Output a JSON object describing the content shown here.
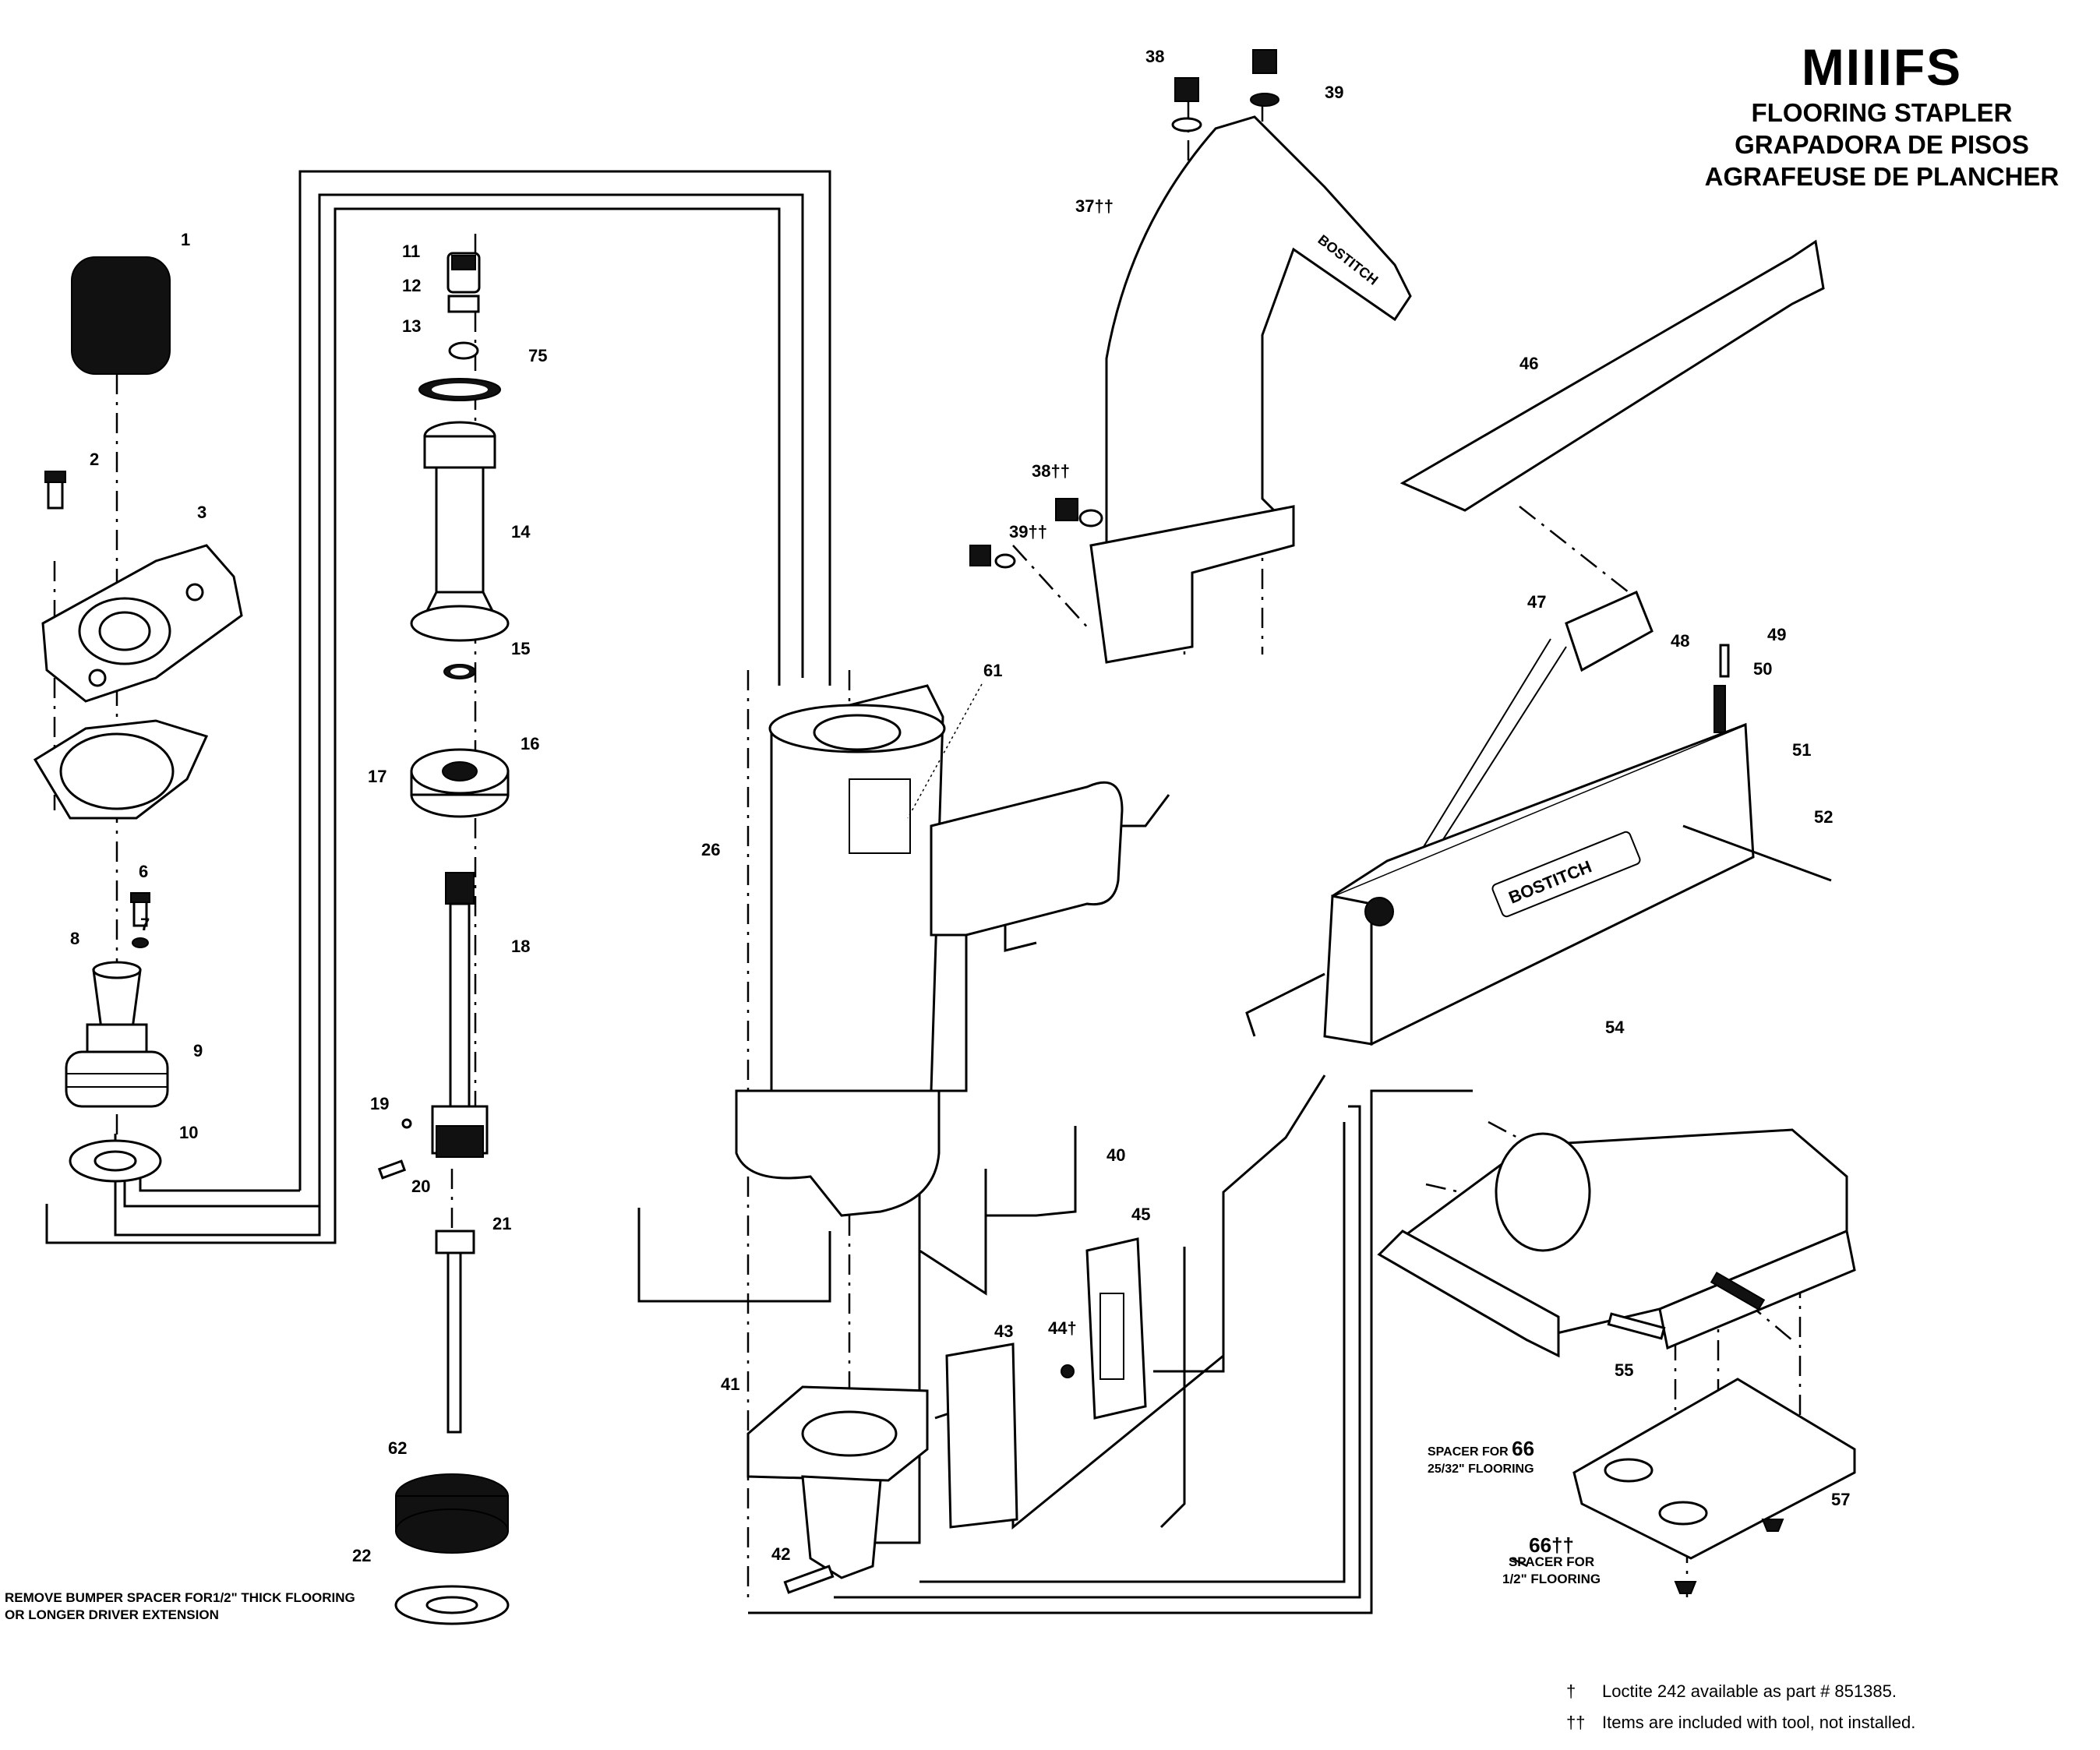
{
  "title": {
    "model": "MIIIFS",
    "line_en": "FLOORING STAPLER",
    "line_es": "GRAPADORA DE PISOS",
    "line_fr": "AGRAFEUSE DE PLANCHER"
  },
  "part_labels": [
    "1",
    "2",
    "3",
    "6",
    "7",
    "8",
    "9",
    "10",
    "11",
    "12",
    "13",
    "75",
    "14",
    "15",
    "16",
    "17",
    "18",
    "19",
    "20",
    "21",
    "62",
    "22",
    "26",
    "61",
    "41",
    "42",
    "43",
    "44†",
    "45",
    "40",
    "38",
    "39",
    "37††",
    "38††",
    "39††",
    "46",
    "47",
    "48",
    "49",
    "50",
    "51",
    "52",
    "54",
    "55",
    "57"
  ],
  "callouts": {
    "bumper_note": [
      "REMOVE BUMPER SPACER FOR1/2\" THICK FLOORING",
      "OR LONGER DRIVER EXTENSION"
    ],
    "spacer_66": {
      "prefix": "SPACER FOR",
      "number": "66",
      "size": "25/32\" FLOORING"
    },
    "spacer_66tt": {
      "number": "66††",
      "line1": "SPACER FOR",
      "line2": "1/2\" FLOORING"
    }
  },
  "brand_marks": [
    "BOSTITCH",
    "BOSTITCH"
  ],
  "footnotes": [
    {
      "symbol": "†",
      "text": "Loctite 242 available as part # 851385."
    },
    {
      "symbol": "††",
      "text": "Items are included with tool, not installed."
    }
  ]
}
